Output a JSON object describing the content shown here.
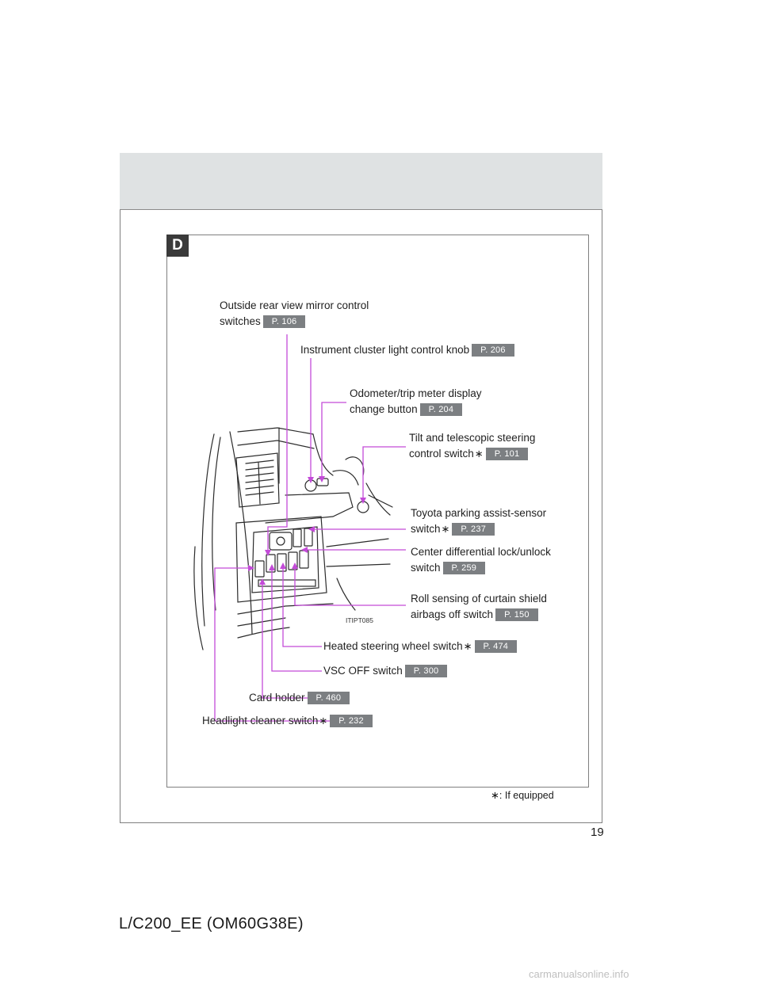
{
  "section_letter": "D",
  "image_code": "ITIPT085",
  "star_symbol": "∗",
  "labels": {
    "mirror": {
      "line1": "Outside rear view mirror control",
      "line2": "switches",
      "ref": "P. 106"
    },
    "cluster_light": {
      "text": "Instrument cluster light control knob",
      "ref": "P. 206"
    },
    "odometer": {
      "line1": "Odometer/trip meter display",
      "line2": "change button",
      "ref": "P. 204"
    },
    "tilt": {
      "line1": "Tilt and telescopic steering",
      "line2": "control switch",
      "ref": "P. 101"
    },
    "parking": {
      "line1": "Toyota parking assist-sensor",
      "line2": "switch",
      "ref": "P. 237"
    },
    "center_diff": {
      "line1": "Center differential lock/unlock",
      "line2": "switch",
      "ref": "P. 259"
    },
    "roll": {
      "line1": "Roll sensing of curtain shield",
      "line2": "airbags off switch",
      "ref": "P. 150"
    },
    "heated": {
      "text": "Heated steering wheel switch",
      "ref": "P. 474"
    },
    "vsc": {
      "text": "VSC OFF switch",
      "ref": "P. 300"
    },
    "card": {
      "text": "Card holder",
      "ref": "P. 460"
    },
    "headlight": {
      "text": "Headlight cleaner switch",
      "ref": "P. 232"
    }
  },
  "footnote": ": If equipped",
  "page_number": "19",
  "doc_code": "L/C200_EE (OM60G38E)",
  "watermark": "carmanualsonline.info",
  "colors": {
    "leader_line": "#c34bd8",
    "ref_badge": "#7c7f82",
    "header_band": "#dfe2e3"
  }
}
